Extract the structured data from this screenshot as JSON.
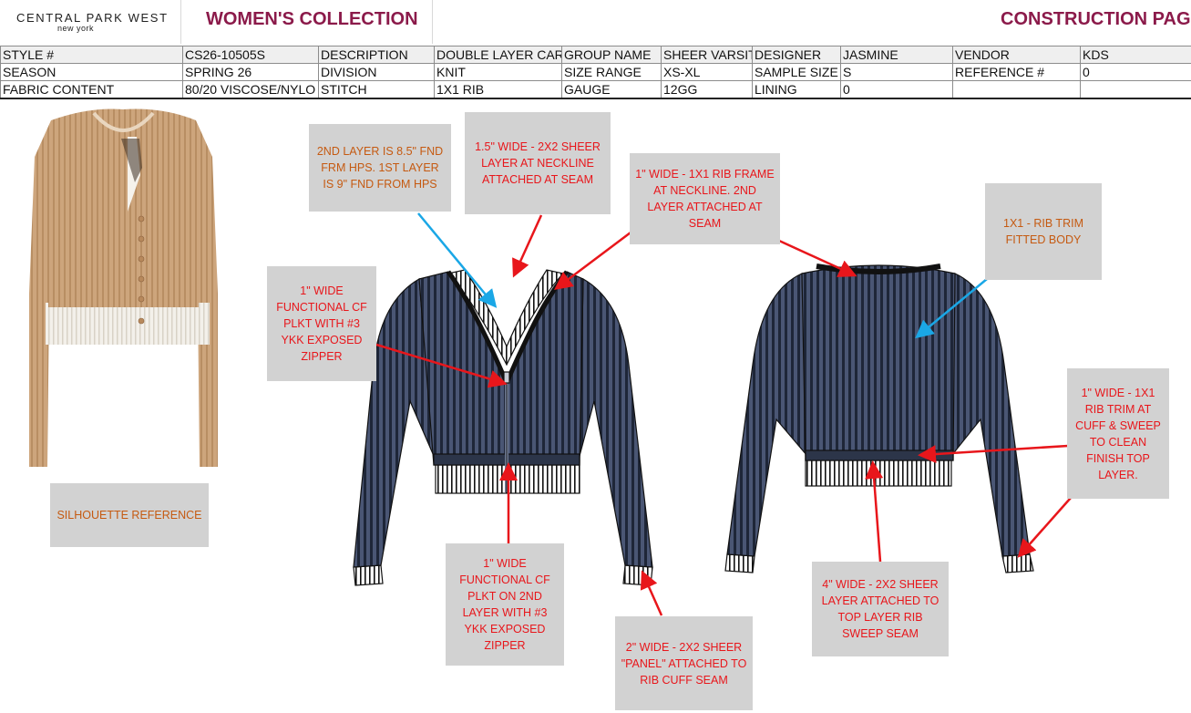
{
  "header": {
    "logo_main": "CENTRAL PARK WEST",
    "logo_sub": "new york",
    "collection": "WOMEN'S COLLECTION",
    "page_title": "CONSTRUCTION PAGE"
  },
  "info_rows": [
    [
      "STYLE #",
      "CS26-10505S",
      "DESCRIPTION",
      "DOUBLE LAYER CAR",
      "GROUP NAME",
      "SHEER VARSIT",
      "DESIGNER",
      "JASMINE",
      "VENDOR",
      "KDS"
    ],
    [
      "SEASON",
      "SPRING 26",
      "DIVISION",
      "KNIT",
      "SIZE RANGE",
      "XS-XL",
      "SAMPLE SIZE",
      "S",
      "REFERENCE #",
      "0"
    ],
    [
      "FABRIC CONTENT",
      "80/20 VISCOSE/NYLO",
      "STITCH",
      "1X1 RIB",
      "GAUGE",
      "12GG",
      "LINING",
      "0",
      "",
      ""
    ]
  ],
  "notes": {
    "silhouette": "SILHOUETTE REFERENCE",
    "layer_length": "2ND LAYER IS 8.5\" FND FRM HPS. 1ST LAYER IS 9\" FND FROM HPS",
    "neckline_sheer": "1.5\" WIDE - 2X2 SHEER LAYER AT NECKLINE ATTACHED AT SEAM",
    "neckline_frame": "1\" WIDE - 1X1 RIB FRAME AT NECKLINE. 2ND LAYER ATTACHED AT SEAM",
    "rib_trim_body": "1X1 - RIB TRIM FITTED BODY",
    "cf_placket": "1\" WIDE FUNCTIONAL CF PLKT WITH #3 YKK EXPOSED ZIPPER",
    "cf_placket_2nd": "1\" WIDE FUNCTIONAL CF PLKT ON 2ND LAYER WITH #3 YKK EXPOSED ZIPPER",
    "cuff_panel": "2\" WIDE - 2X2 SHEER \"PANEL\" ATTACHED TO RIB CUFF SEAM",
    "sweep_layer": "4\" WIDE - 2X2 SHEER LAYER ATTACHED TO TOP LAYER RIB SWEEP SEAM",
    "cuff_sweep_trim": "1\" WIDE - 1X1 RIB TRIM AT CUFF & SWEEP TO CLEAN FINISH TOP LAYER."
  },
  "colors": {
    "brand": "#8b1a4a",
    "note_bg": "#d2d2d2",
    "note_red": "#e8161b",
    "note_orange": "#c55a11",
    "arrow_red": "#e8161b",
    "arrow_blue": "#1aa7e6",
    "garment_navy": "#2f3a52",
    "photo_tan": "#c9a27a"
  }
}
